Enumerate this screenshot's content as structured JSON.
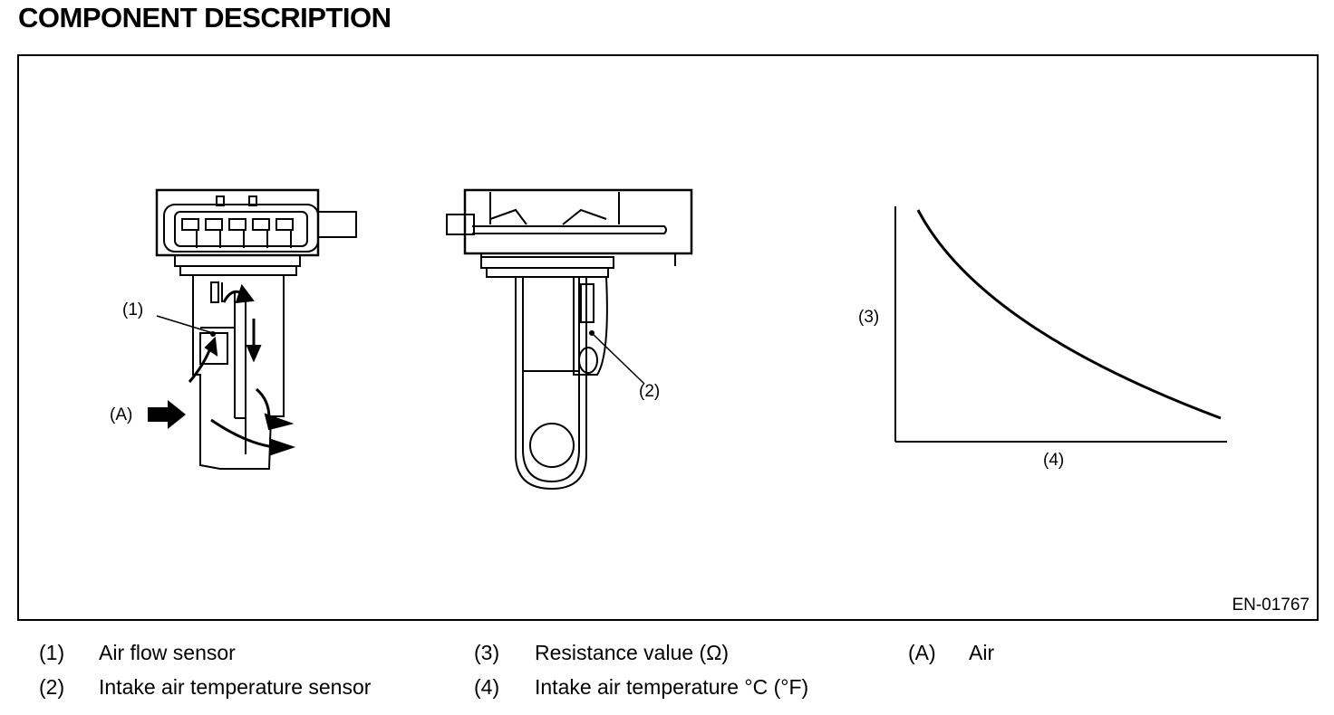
{
  "title": "COMPONENT DESCRIPTION",
  "figure_id": "EN-01767",
  "callouts": {
    "c1": "(1)",
    "c2": "(2)",
    "c3": "(3)",
    "c4": "(4)",
    "cA": "(A)"
  },
  "legend": [
    {
      "num": "(1)",
      "text": "Air flow sensor"
    },
    {
      "num": "(2)",
      "text": "Intake air temperature sensor"
    },
    {
      "num": "(3)",
      "text": "Resistance value (Ω)"
    },
    {
      "num": "(4)",
      "text": "Intake air temperature °C (°F)"
    },
    {
      "num": "(A)",
      "text": "Air"
    }
  ]
}
